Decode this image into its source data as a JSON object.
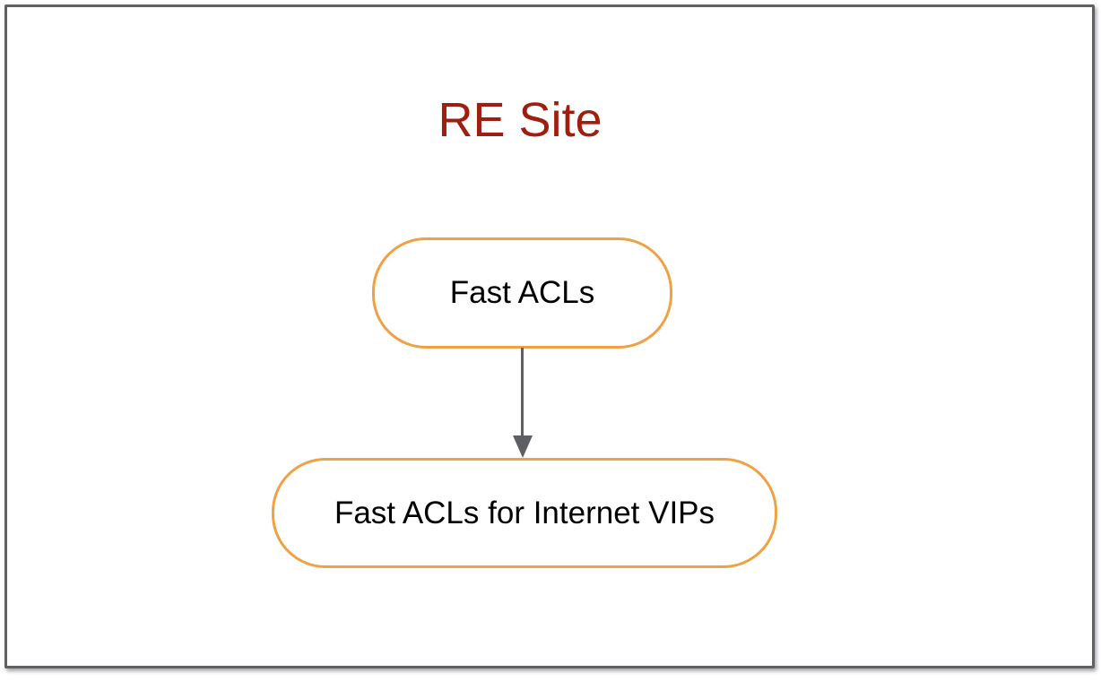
{
  "title": {
    "text": "RE Site"
  },
  "diagram": {
    "nodes": [
      {
        "id": "fast-acls",
        "label": "Fast ACLs"
      },
      {
        "id": "fast-acls-internet-vips",
        "label": "Fast ACLs for Internet VIPs"
      }
    ],
    "edges": [
      {
        "from": "fast-acls",
        "to": "fast-acls-internet-vips",
        "direction": "down",
        "style": "solid-arrow"
      }
    ],
    "colors": {
      "canvas_bg": "#FFFFFF",
      "frame_border": "#606064",
      "node_border": "#F0A143",
      "node_fill": "#FFFFFF",
      "node_label": "#000000",
      "title_color": "#9E1E10",
      "arrow": "#5E5F62"
    }
  }
}
